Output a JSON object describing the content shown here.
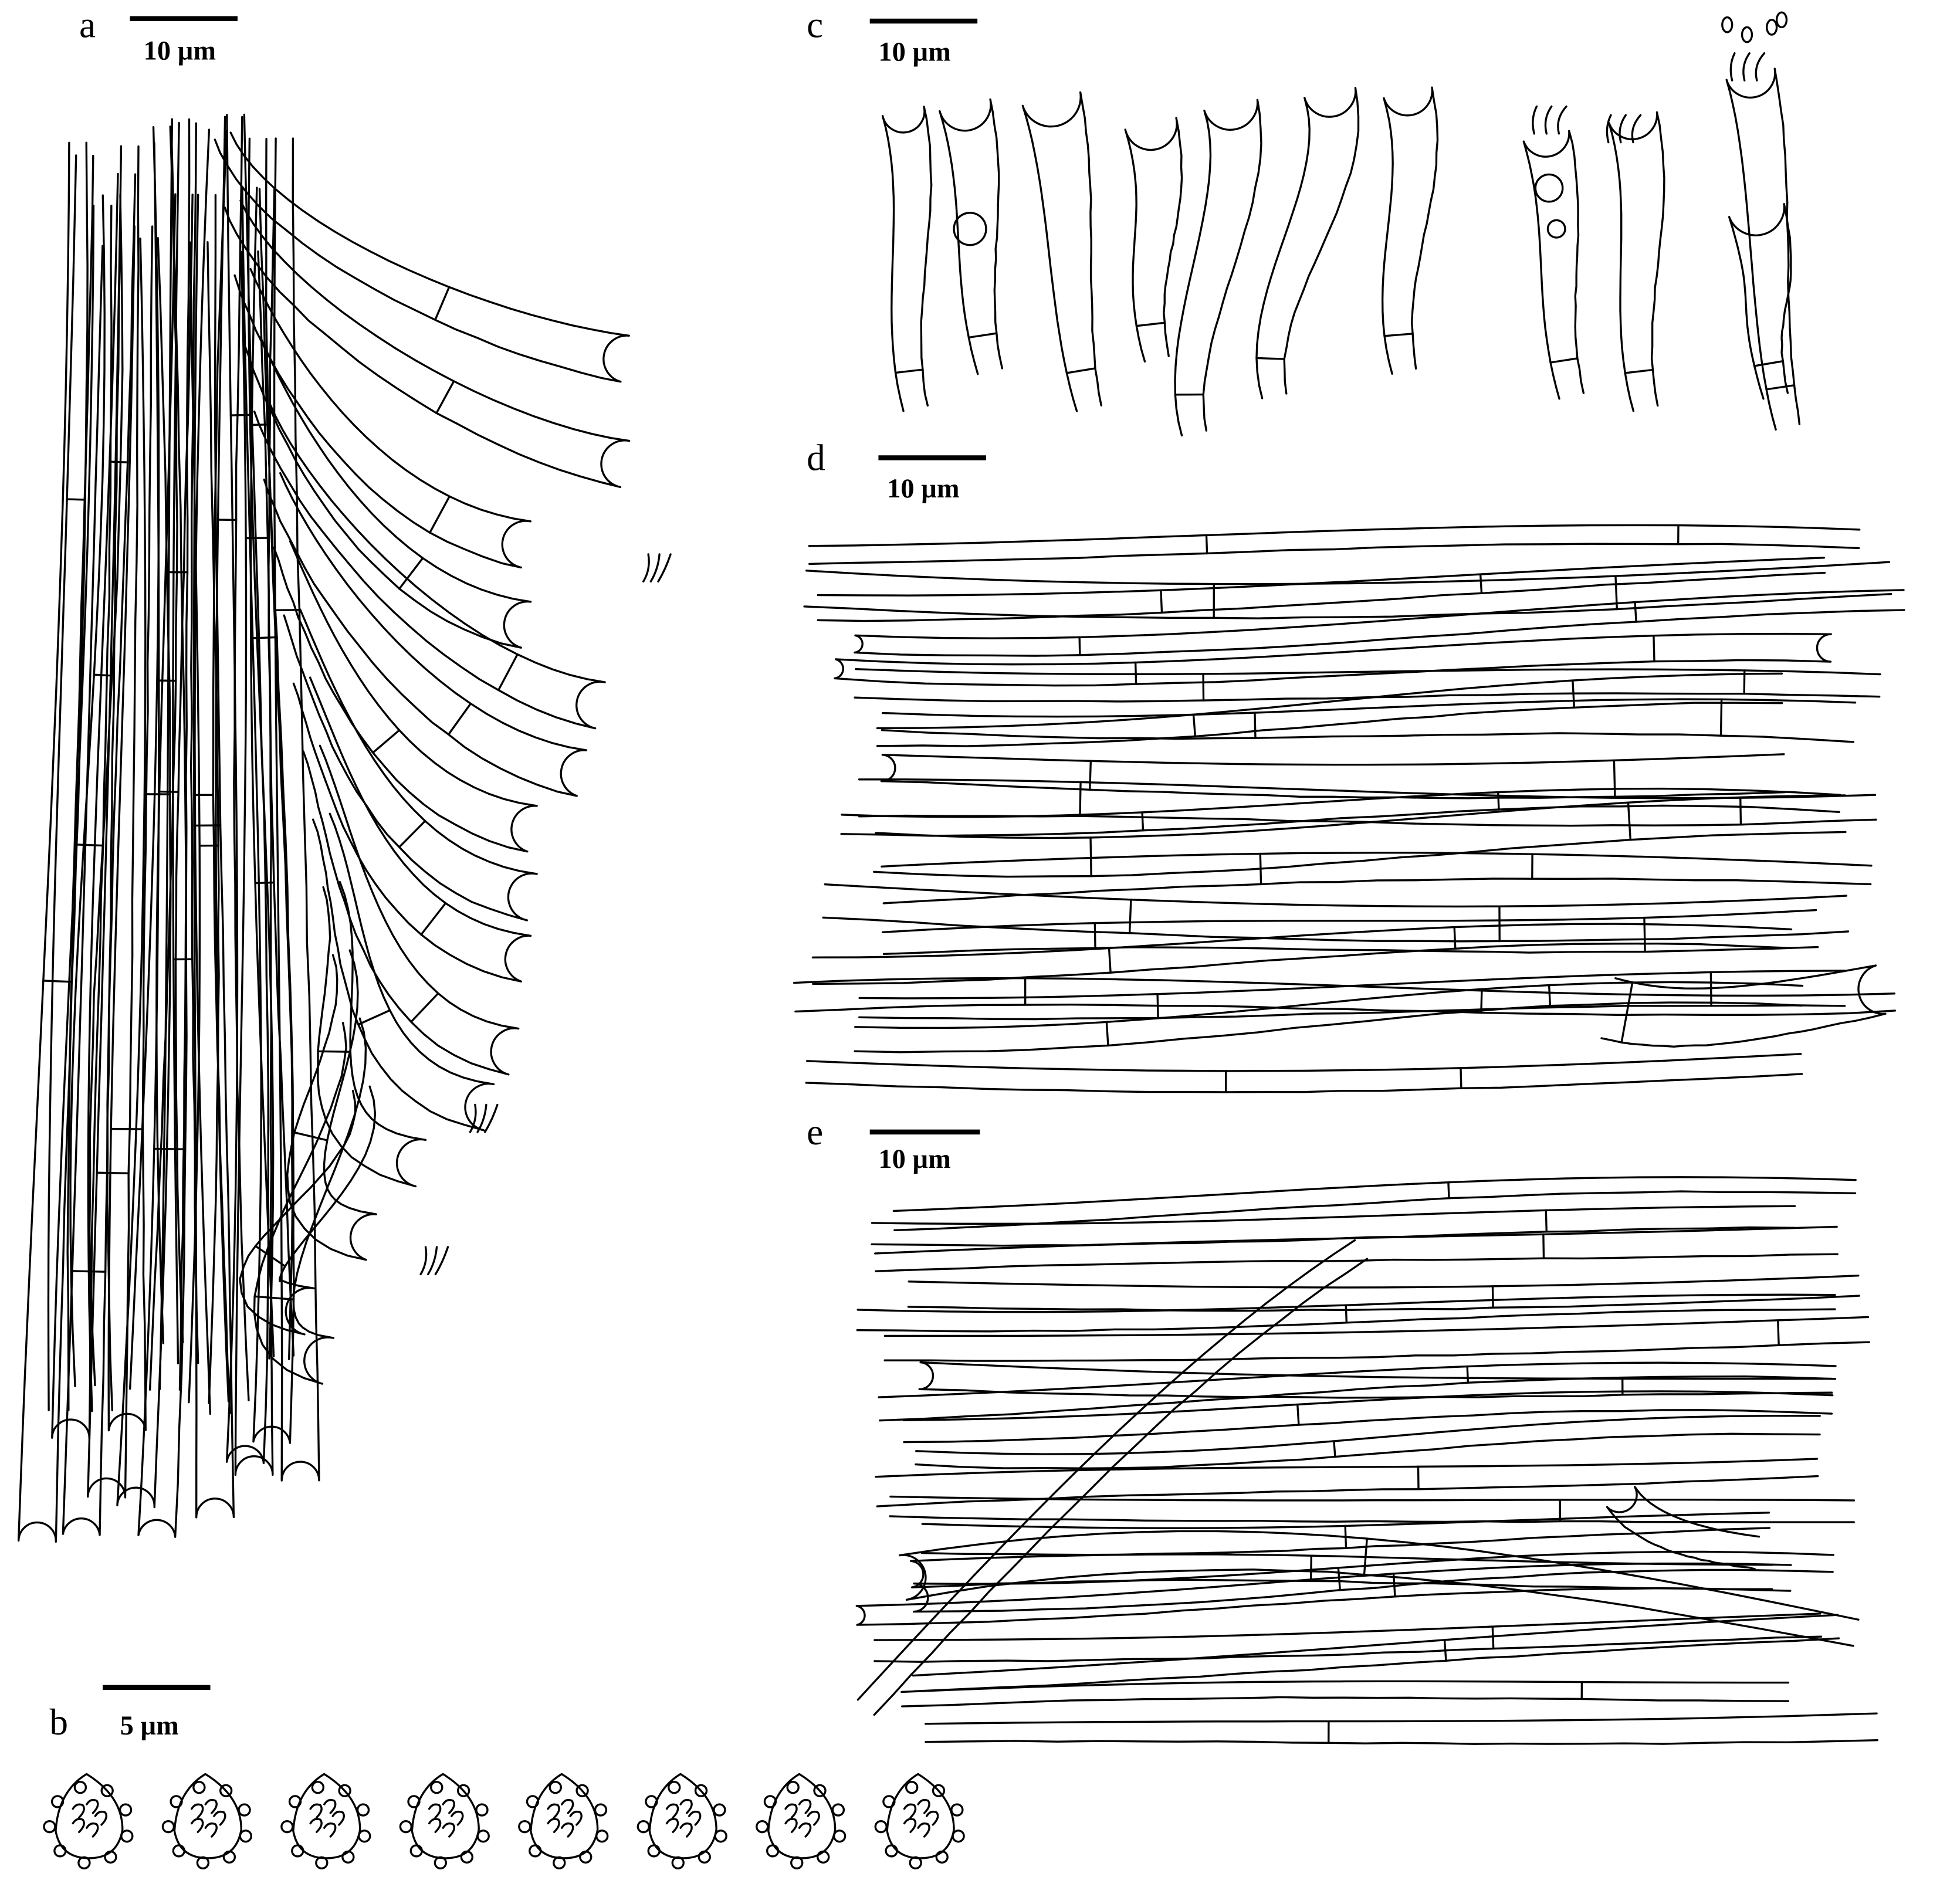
{
  "panels": {
    "a": {
      "label": "a",
      "scale": "10 µm"
    },
    "b": {
      "label": "b",
      "scale": "5 µm"
    },
    "c": {
      "label": "c",
      "scale": "10 µm"
    },
    "d": {
      "label": "d",
      "scale": "10 µm"
    },
    "e": {
      "label": "e",
      "scale": "10 µm"
    }
  },
  "colors": {
    "ink": "#000000",
    "background": "#ffffff"
  }
}
